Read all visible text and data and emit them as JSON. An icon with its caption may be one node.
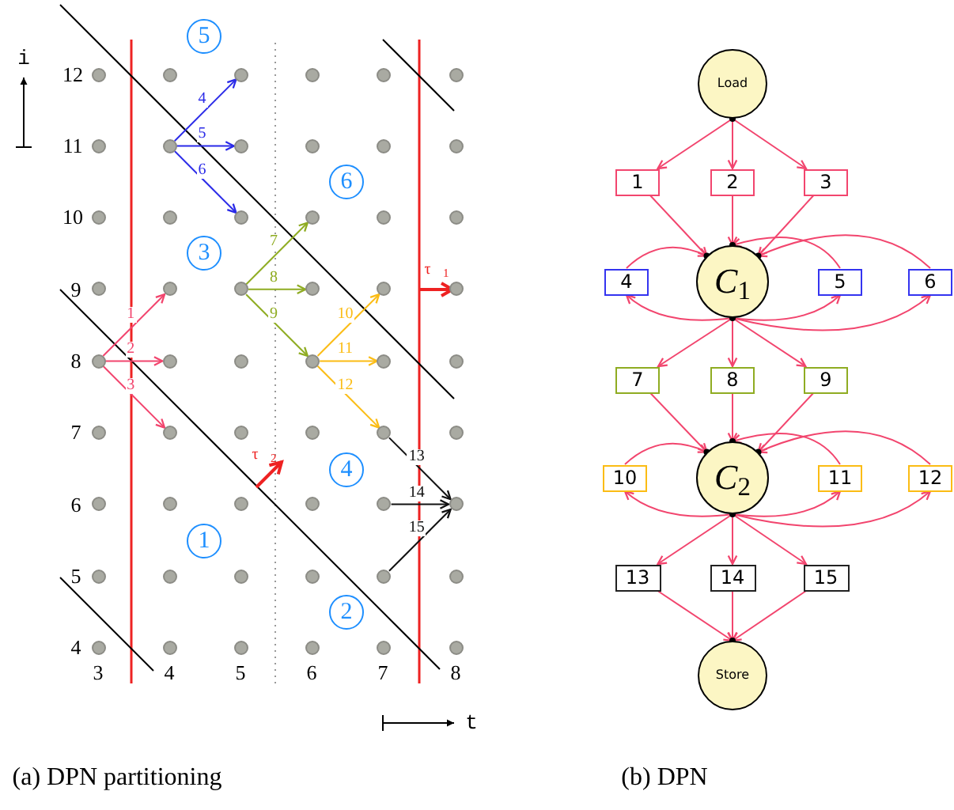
{
  "diagram": {
    "nodes": [
      {
        "text": [],
        "shape": "circle"
      },
      {
        "text": [],
        "shape": "circle"
      },
      {
        "text": [],
        "shape": "circle"
      },
      {
        "text": [],
        "shape": "circle"
      },
      {
        "text": [],
        "shape": "circle"
      },
      {
        "text": [],
        "shape": "circle"
      },
      {
        "text": [],
        "shape": "circle"
      },
      {
        "text": [],
        "shape": "circle"
      },
      {
        "text": [],
        "shape": "circle"
      },
      {
        "text": [],
        "shape": "circle"
      },
      {
        "text": [],
        "shape": "circle"
      },
      {
        "text": [],
        "shape": "circle"
      },
      {
        "text": [],
        "shape": "circle"
      },
      {
        "text": [],
        "shape": "circle"
      },
      {
        "text": [],
        "shape": "circle"
      },
      {
        "text": [],
        "shape": "circle"
      },
      {
        "text": [],
        "shape": "circle"
      },
      {
        "text": [],
        "shape": "circle"
      },
      {
        "text": [],
        "shape": "circle"
      },
      {
        "text": [],
        "shape": "circle"
      },
      {
        "text": [],
        "shape": "circle"
      },
      {
        "text": [],
        "shape": "circle"
      },
      {
        "text": [],
        "shape": "circle"
      },
      {
        "text": [],
        "shape": "circle"
      },
      {
        "text": [],
        "shape": "circle"
      },
      {
        "text": [],
        "shape": "circle"
      },
      {
        "text": [],
        "shape": "circle"
      },
      {
        "text": [],
        "shape": "circle"
      },
      {
        "text": [],
        "shape": "circle"
      },
      {
        "text": [],
        "shape": "circle"
      },
      {
        "text": [],
        "shape": "circle"
      },
      {
        "text": [],
        "shape": "circle"
      },
      {
        "text": [],
        "shape": "circle"
      },
      {
        "text": [],
        "shape": "circle"
      },
      {
        "text": [],
        "shape": "circle"
      },
      {
        "text": [],
        "shape": "circle"
      },
      {
        "text": [],
        "shape": "circle"
      },
      {
        "text": [],
        "shape": "circle"
      },
      {
        "text": [],
        "shape": "circle"
      },
      {
        "text": [],
        "shape": "circle"
      },
      {
        "text": [],
        "shape": "circle"
      },
      {
        "text": [],
        "shape": "circle"
      },
      {
        "text": [],
        "shape": "circle"
      },
      {
        "text": [],
        "shape": "circle"
      },
      {
        "text": [],
        "shape": "circle"
      },
      {
        "text": [],
        "shape": "circle"
      },
      {
        "text": [],
        "shape": "circle"
      },
      {
        "text": [],
        "shape": "circle"
      },
      {
        "text": [],
        "shape": "circle"
      },
      {
        "text": [],
        "shape": "circle"
      },
      {
        "text": [],
        "shape": "circle"
      },
      {
        "text": [],
        "shape": "circle"
      },
      {
        "text": [],
        "shape": "circle"
      },
      {
        "text": [],
        "shape": "circle"
      },
      {
        "text": [
          "5"
        ]
      },
      {
        "text": [
          "6"
        ]
      },
      {
        "text": [
          "3"
        ]
      },
      {
        "text": [
          "4"
        ]
      },
      {
        "text": [
          "1"
        ]
      },
      {
        "text": [
          "2"
        ]
      },
      {
        "text": [
          "Load"
        ]
      },
      {
        "text": [
          "1"
        ]
      },
      {
        "text": [
          "2"
        ]
      },
      {
        "text": [
          "3"
        ]
      },
      {
        "text": [
          "*C*$_{1}$"
        ]
      },
      {
        "text": [
          "4"
        ]
      },
      {
        "text": [
          "5"
        ]
      },
      {
        "text": [
          "6"
        ]
      },
      {
        "text": [
          "7"
        ]
      },
      {
        "text": [
          "8"
        ]
      },
      {
        "text": [
          "9"
        ]
      },
      {
        "text": [
          "*C*$_{2}$"
        ]
      },
      {
        "text": [
          "10"
        ]
      },
      {
        "text": [
          "11"
        ]
      },
      {
        "text": [
          "12"
        ]
      },
      {
        "text": [
          "13"
        ]
      },
      {
        "text": [
          "14"
        ]
      },
      {
        "text": [
          "15"
        ]
      },
      {
        "text": [
          "Store"
        ]
      }
    ],
    "edges": [
      {
        "from": 24,
        "to": 19,
        "arrow": "to",
        "label": "1"
      },
      {
        "from": 24,
        "to": 25,
        "arrow": "to",
        "label": "2"
      },
      {
        "from": 24,
        "to": 31,
        "arrow": "to",
        "label": "3"
      },
      {
        "from": 7,
        "to": 2,
        "arrow": "to",
        "label": "4",
        "color": "#2a2ae8"
      },
      {
        "from": 7,
        "to": 8,
        "arrow": "to",
        "label": "5",
        "color": "#2a2ae8"
      },
      {
        "from": 7,
        "to": 14,
        "arrow": "to",
        "label": "6",
        "color": "#2a2ae8"
      },
      {
        "from": 20,
        "to": 15,
        "arrow": "to",
        "label": "7",
        "color": "#8fac22"
      },
      {
        "from": 20,
        "to": 21,
        "arrow": "to",
        "label": "8",
        "color": "#8fac22"
      },
      {
        "from": 20,
        "to": 27,
        "arrow": "to",
        "label": "9",
        "color": "#8fac22"
      },
      {
        "from": 27,
        "to": 22,
        "arrow": "to",
        "label": "10",
        "color": "#fbbc14"
      },
      {
        "from": 27,
        "to": 28,
        "arrow": "to",
        "label": "11",
        "color": "#fbbc14"
      },
      {
        "from": 27,
        "to": 34,
        "arrow": "to",
        "label": "12",
        "color": "#fbbc14"
      },
      {
        "from": 34,
        "to": 41,
        "arrow": "to",
        "label": "13",
        "color": "#111111"
      },
      {
        "from": 40,
        "to": 41,
        "arrow": "to",
        "label": "14",
        "color": "#111111"
      },
      {
        "from": 46,
        "to": 41,
        "arrow": "to",
        "label": "15",
        "color": "#111111"
      },
      {
        "from": 60,
        "to": 61,
        "arrow": "to"
      },
      {
        "from": 60,
        "to": 62,
        "arrow": "to"
      },
      {
        "from": 60,
        "to": 63,
        "arrow": "to"
      },
      {
        "from": 61,
        "to": 64,
        "arrow": "to"
      },
      {
        "from": 62,
        "to": 64,
        "arrow": "to"
      },
      {
        "from": 63,
        "to": 64,
        "arrow": "to"
      },
      {
        "from": 64,
        "to": 65,
        "arrow": "to"
      },
      {
        "from": 64,
        "to": 66,
        "arrow": "to"
      },
      {
        "from": 64,
        "to": 67,
        "arrow": "to"
      },
      {
        "from": 65,
        "to": 64,
        "arrow": "to"
      },
      {
        "from": 66,
        "to": 64,
        "arrow": "to"
      },
      {
        "from": 67,
        "to": 64,
        "arrow": "to"
      },
      {
        "from": 64,
        "to": 68,
        "arrow": "to"
      },
      {
        "from": 64,
        "to": 69,
        "arrow": "to"
      },
      {
        "from": 64,
        "to": 70,
        "arrow": "to"
      },
      {
        "from": 68,
        "to": 71,
        "arrow": "to"
      },
      {
        "from": 69,
        "to": 71,
        "arrow": "to"
      },
      {
        "from": 70,
        "to": 71,
        "arrow": "to"
      },
      {
        "from": 71,
        "to": 72,
        "arrow": "to"
      },
      {
        "from": 71,
        "to": 73,
        "arrow": "to"
      },
      {
        "from": 71,
        "to": 74,
        "arrow": "to"
      },
      {
        "from": 72,
        "to": 71,
        "arrow": "to"
      },
      {
        "from": 73,
        "to": 71,
        "arrow": "to"
      },
      {
        "from": 74,
        "to": 71,
        "arrow": "to"
      },
      {
        "from": 71,
        "to": 75,
        "arrow": "to"
      },
      {
        "from": 71,
        "to": 76,
        "arrow": "to"
      },
      {
        "from": 71,
        "to": 77,
        "arrow": "to"
      },
      {
        "from": 75,
        "to": 78,
        "arrow": "to"
      },
      {
        "from": 76,
        "to": 78,
        "arrow": "to"
      },
      {
        "from": 77,
        "to": 78,
        "arrow": "to"
      }
    ],
    "labels": [
      "i",
      "12",
      "11",
      "10",
      "9",
      "τ⃗$_{1}$",
      "8",
      "7",
      "τ⃗$_{2}$",
      "6",
      "5",
      "4",
      "3",
      "4",
      "5",
      "6",
      "7",
      "8",
      "t",
      "(a) DPN partitioning",
      "(b) DPN"
    ]
  }
}
